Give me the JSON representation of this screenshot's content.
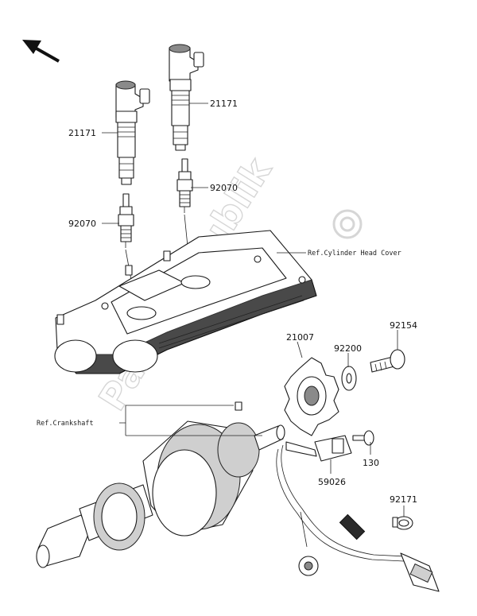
{
  "watermark": "PartsRepublik",
  "labels": {
    "coil_left": "21171",
    "coil_right": "21171",
    "plug_left": "92070",
    "plug_right": "92070",
    "ref_head_cover": "Ref.Cylinder Head Cover",
    "ref_crankshaft": "Ref.Crankshaft",
    "bolt": "92154",
    "washer": "92200",
    "rotor": "21007",
    "sensor_bolt": "130",
    "sensor": "59026",
    "clamp": "92171"
  }
}
